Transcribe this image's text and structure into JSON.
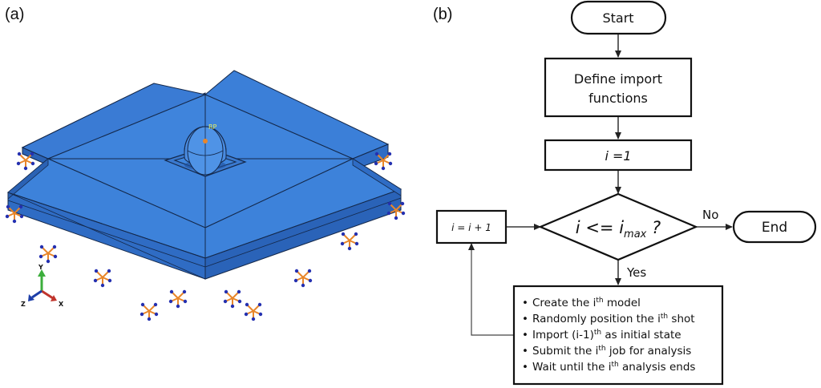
{
  "panel_a": {
    "label": "(a)",
    "rp_label": "RP",
    "axes": {
      "y": "Y",
      "z": "Z",
      "x": "X"
    },
    "colors": {
      "plate": "#3b7fd8",
      "plate_side": "#2f6cc4",
      "edge": "#14284a",
      "bc_orange": "#e8862a",
      "bc_blue": "#2430b0"
    }
  },
  "panel_b": {
    "label": "(b)",
    "start": "Start",
    "define": [
      "Define import",
      "functions"
    ],
    "init": {
      "var": "i",
      "eq": " =1"
    },
    "decision": {
      "lhs": "i",
      "op": " <= ",
      "rhs": "i",
      "sub": "max",
      "q": " ?"
    },
    "increment": {
      "a": "i",
      "eq": " = ",
      "b": "i",
      "rest": " + 1"
    },
    "no_label": "No",
    "end": "End",
    "yes_label": "Yes",
    "steps": [
      {
        "pre": "Create the i",
        "sup": "th",
        "post": " model"
      },
      {
        "pre": "Randomly position the i",
        "sup": "th",
        "post": " shot"
      },
      {
        "pre": "Import (i-1)",
        "sup": "th",
        "post": " as initial state"
      },
      {
        "pre": "Submit the i",
        "sup": "th",
        "post": " job for analysis"
      },
      {
        "pre": "Wait until the i",
        "sup": "th",
        "post": " analysis ends"
      }
    ],
    "bullet": "•"
  }
}
